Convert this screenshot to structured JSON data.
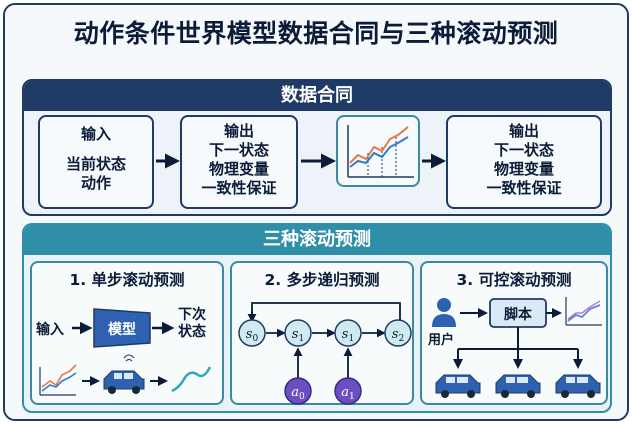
{
  "title": "动作条件世界模型数据合同与三种滚动预测",
  "data_contract": {
    "header": "数据合同",
    "input_box": {
      "title": "输入",
      "lines": [
        "当前状态",
        "动作"
      ]
    },
    "output_box": {
      "title": "输出",
      "lines": [
        "下一状态",
        "物理变量",
        "一致性保证"
      ]
    },
    "output_box_2": {
      "title": "输出",
      "lines": [
        "下一状态",
        "物理变量",
        "一致性保证"
      ]
    },
    "chart_icon": "line-chart-icon"
  },
  "rollout": {
    "header": "三种滚动预测",
    "single_step": {
      "title": "1. 单步滚动预测",
      "input_label": "输入",
      "model_label": "模型",
      "output_lines": [
        "下次",
        "状态"
      ],
      "icons": [
        "mini-chart-icon",
        "car-icon",
        "wave-icon"
      ]
    },
    "multi_step": {
      "title": "2. 多步递归预测",
      "states": [
        "s0",
        "s1",
        "s1",
        "s2"
      ],
      "actions": [
        "a0",
        "a1"
      ]
    },
    "controllable": {
      "title": "3. 可控滚动预测",
      "user_label": "用户",
      "script_label": "脚本",
      "icons": [
        "user-icon",
        "mini-chart-icon",
        "car-icon"
      ]
    }
  },
  "colors": {
    "navy": "#1f3a64",
    "teal": "#2f8fa8",
    "node_fill": "#cfeaf0",
    "action_fill": "#6a4fc0",
    "car": "#2e62b0"
  }
}
